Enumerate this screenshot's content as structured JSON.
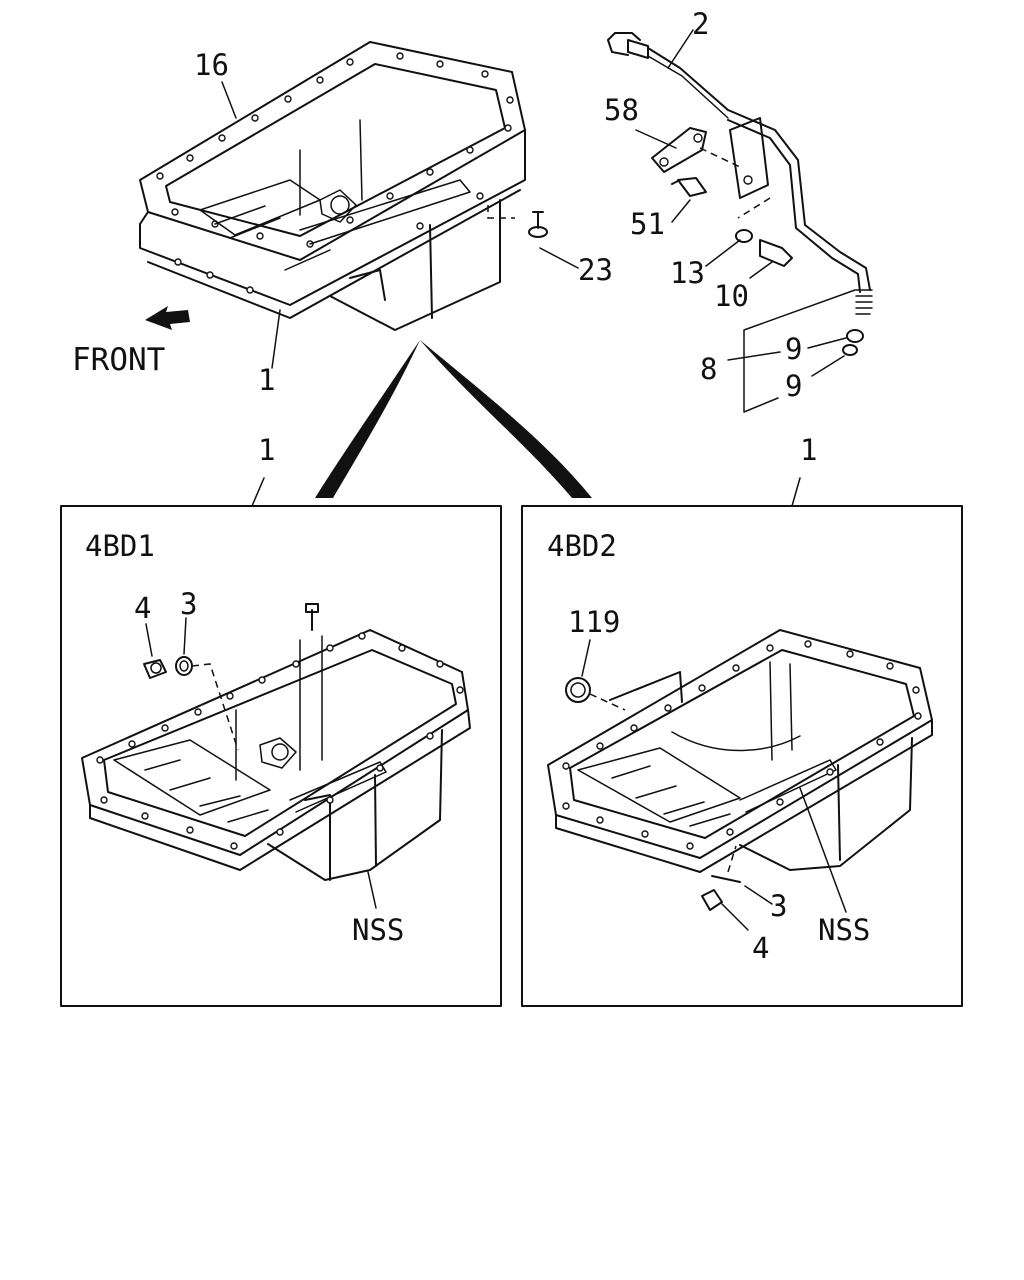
{
  "labels": {
    "front": "FRONT",
    "p16": "16",
    "p1_top": "1",
    "p23": "23",
    "p2": "2",
    "p58": "58",
    "p51": "51",
    "p13": "13",
    "p10": "10",
    "p8": "8",
    "p9a": "9",
    "p9b": "9",
    "p1_left": "1",
    "p1_right": "1"
  },
  "panel_4bd1": {
    "title": "4BD1",
    "p4": "4",
    "p3": "3",
    "nss": "NSS"
  },
  "panel_4bd2": {
    "title": "4BD2",
    "p119": "119",
    "p3": "3",
    "p4": "4",
    "nss": "NSS"
  }
}
